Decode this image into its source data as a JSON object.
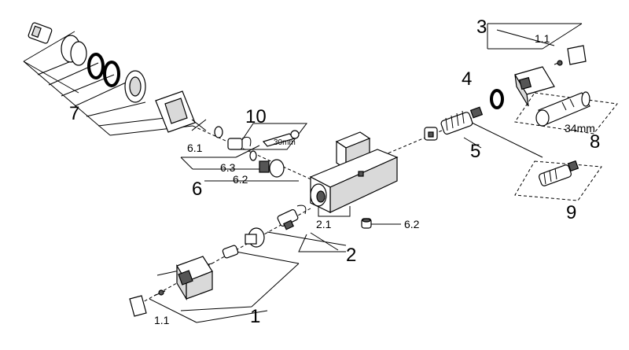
{
  "labels": {
    "l1": "1",
    "l1_1a": "1.1",
    "l1_1b": "1.1",
    "l2": "2",
    "l2_1": "2.1",
    "l3": "3",
    "l4": "4",
    "l5": "5",
    "l6": "6",
    "l6_1": "6.1",
    "l6_2a": "6.2",
    "l6_2b": "6.2",
    "l6_3": "6.3",
    "l7": "7",
    "l8": "8",
    "l8_dim": "34mm",
    "l9": "9",
    "l10": "10",
    "l10_dim": "30mm"
  },
  "colors": {
    "line": "#000000",
    "part_fill": "#ffffff",
    "shade": "#d9d9d9",
    "dark": "#555555"
  }
}
